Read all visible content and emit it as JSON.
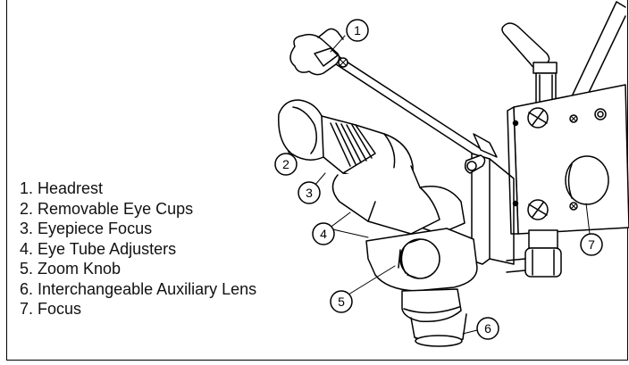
{
  "legend": [
    "1. Headrest",
    "2. Removable Eye Cups",
    "3. Eyepiece Focus",
    "4. Eye Tube Adjusters",
    "5. Zoom Knob",
    "6. Interchangeable Auxiliary Lens",
    "7. Focus"
  ],
  "callouts": [
    "1",
    "2",
    "3",
    "4",
    "5",
    "6",
    "7"
  ],
  "colors": {
    "line": "#000000",
    "background": "#ffffff"
  }
}
